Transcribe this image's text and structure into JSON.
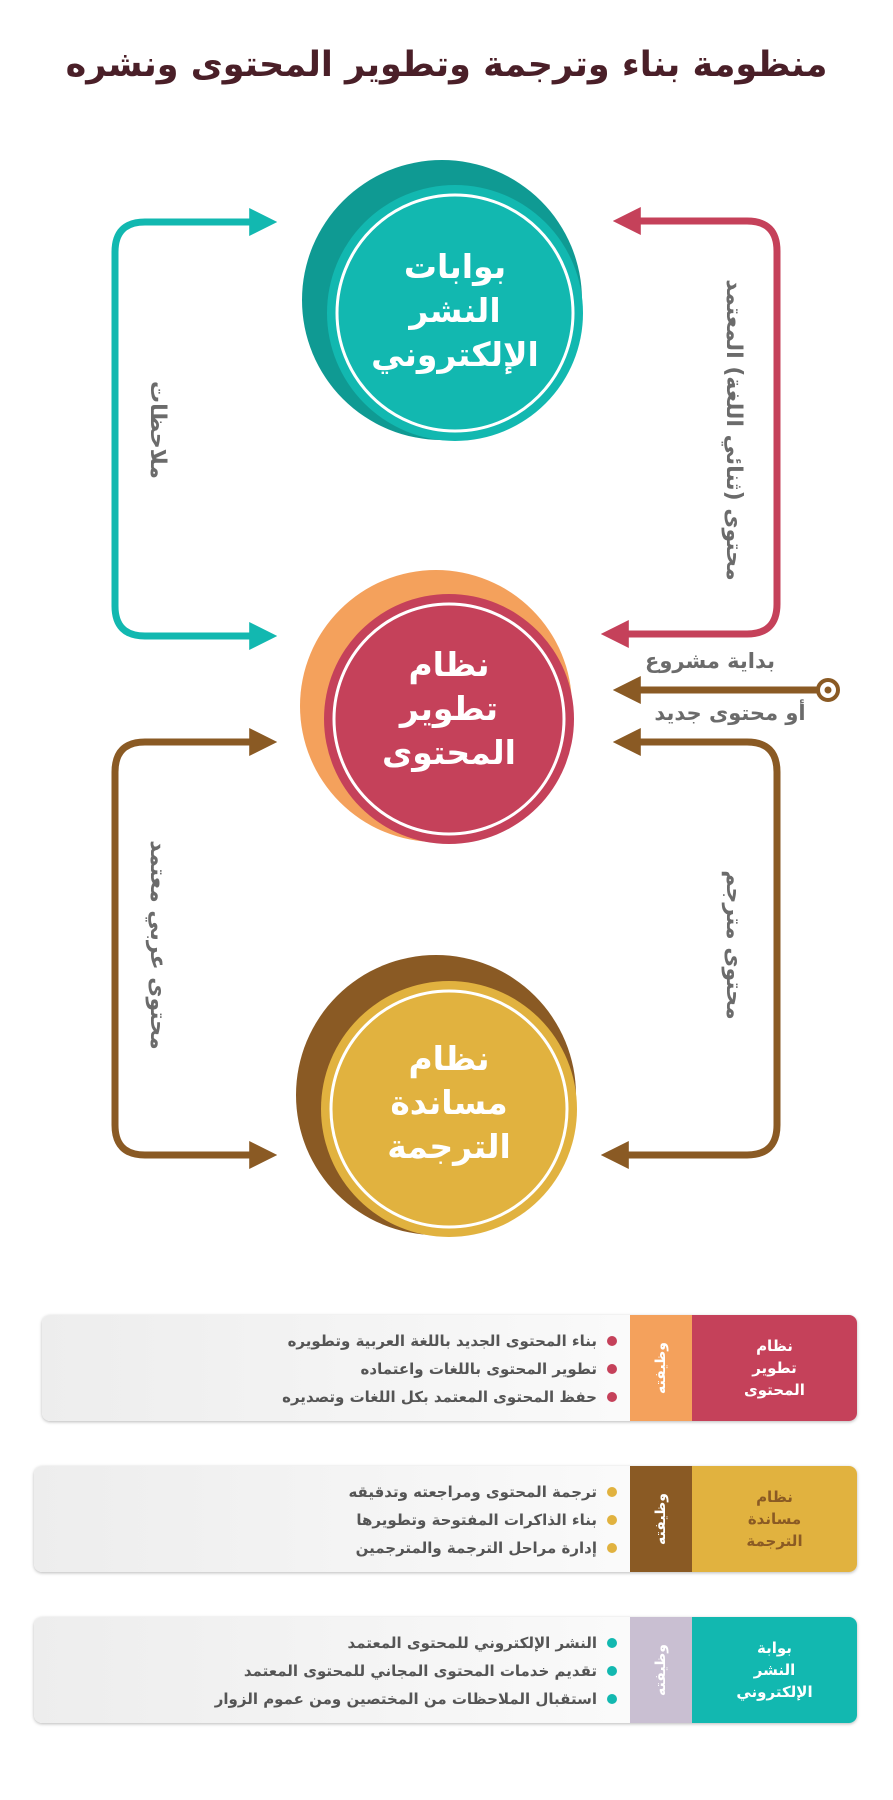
{
  "title": "منظومة بناء وترجمة وتطوير المحتوى ونشره",
  "circles": {
    "portals": {
      "lines": [
        "بوابات",
        "النشر",
        "الإلكتروني"
      ],
      "color": "#12b8b0",
      "ring": "#0f9a93"
    },
    "cms": {
      "lines": [
        "نظام",
        "تطوير",
        "المحتوى"
      ],
      "color": "#c5415a",
      "ring": "#f4a15c"
    },
    "translation": {
      "lines": [
        "نظام",
        "مساندة",
        "الترجمة"
      ],
      "color": "#e1b23f",
      "ring": "#8a5a24"
    }
  },
  "edges": {
    "feedback": "ملاحظات",
    "approved_bilingual": "محتوى (ثنائي اللغة) المعتمد",
    "approved_arabic": "محتوى عربي معتمد",
    "translated": "محتوى مترجم"
  },
  "start_input": {
    "line1": "بداية مشروع",
    "line2": "أو محتوى جديد"
  },
  "colors": {
    "teal": "#12b8b0",
    "crimson": "#c5415a",
    "brown": "#8a5a24",
    "orange": "#f4a15c",
    "gold": "#e1b23f",
    "lavender": "#c9bfd2"
  },
  "cards": [
    {
      "system_lines": [
        "نظام",
        "تطوير",
        "المحتوى"
      ],
      "role": "وظيفته",
      "items": [
        "بناء المحتوى الجديد باللغة العربية وتطويره",
        "تطوير المحتوى باللغات واعتماده",
        "حفظ المحتوى المعتمد بكل اللغات وتصديره"
      ]
    },
    {
      "system_lines": [
        "نظام",
        "مساندة",
        "الترجمة"
      ],
      "role": "وظيفته",
      "items": [
        "ترجمة المحتوى ومراجعته وتدقيقه",
        "بناء الذاكرات المفتوحة وتطويرها",
        "إدارة مراحل الترجمة والمترجمين"
      ]
    },
    {
      "system_lines": [
        "بوابة",
        "النشر",
        "الإلكتروني"
      ],
      "role": "وظيفته",
      "items": [
        "النشر الإلكتروني للمحتوى المعتمد",
        "تقديم خدمات المحتوى المجاني للمحتوى المعتمد",
        "استقبال الملاحظات من المختصين ومن عموم الزوار"
      ]
    }
  ]
}
